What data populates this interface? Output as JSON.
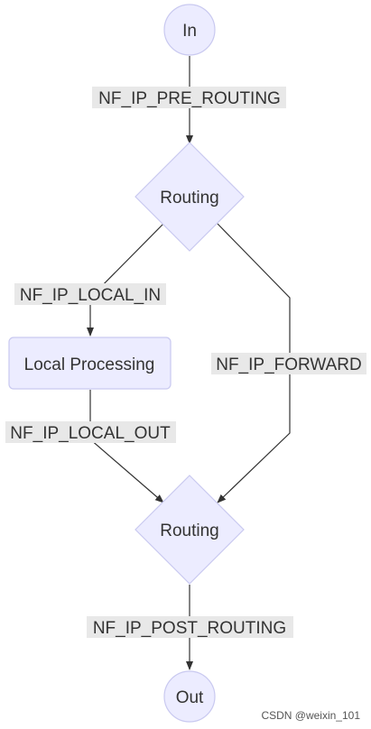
{
  "nodes": {
    "in": "In",
    "routing_top": "Routing",
    "local_processing": "Local Processing",
    "routing_bottom": "Routing",
    "out": "Out"
  },
  "edges": {
    "pre_routing": "NF_IP_PRE_ROUTING",
    "local_in": "NF_IP_LOCAL_IN",
    "forward": "NF_IP_FORWARD",
    "local_out": "NF_IP_LOCAL_OUT",
    "post_routing": "NF_IP_POST_ROUTING"
  },
  "colors": {
    "node_fill": "#ECECFF",
    "node_stroke": "#C9C9F0",
    "edge_stroke": "#333333",
    "label_background": "#E8E8E8"
  },
  "watermark": "CSDN @weixin_101"
}
